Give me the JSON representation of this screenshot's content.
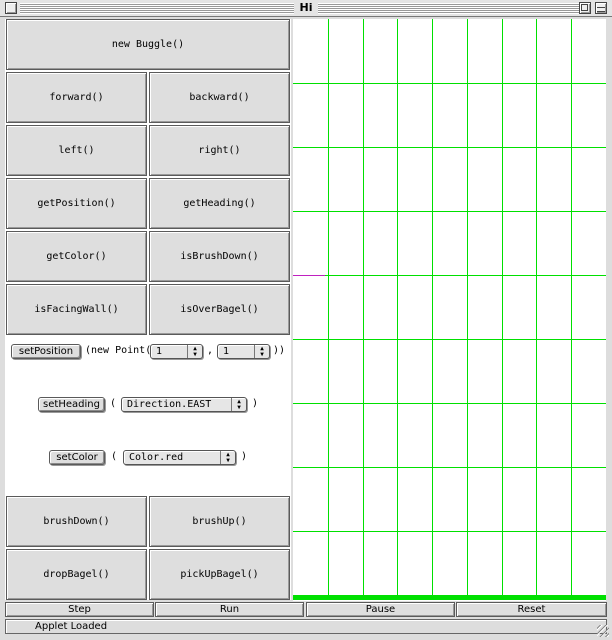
{
  "window": {
    "title": "Hi"
  },
  "buttons": {
    "new_buggle": "new Buggle()",
    "forward": "forward()",
    "backward": "backward()",
    "left": "left()",
    "right": "right()",
    "get_position": "getPosition()",
    "get_heading": "getHeading()",
    "get_color": "getColor()",
    "is_brush_down": "isBrushDown()",
    "is_facing_wall": "isFacingWall()",
    "is_over_bagel": "isOverBagel()",
    "brush_down": "brushDown()",
    "brush_up": "brushUp()",
    "drop_bagel": "dropBagel()",
    "pick_up_bagel": "pickUpBagel()"
  },
  "set_position": {
    "button": "setPosition",
    "prefix": "(new Point(",
    "x_value": "1",
    "comma": ",",
    "y_value": "1",
    "suffix": "))"
  },
  "set_heading": {
    "button": "setHeading",
    "open": "(",
    "value": "Direction.EAST",
    "close": ")"
  },
  "set_color": {
    "button": "setColor",
    "open": "(",
    "value": "Color.red",
    "close": ")"
  },
  "controls": {
    "step": "Step",
    "run": "Run",
    "pause": "Pause",
    "reset": "Reset"
  },
  "status": {
    "text": "Applet Loaded"
  },
  "grid": {
    "columns": 9,
    "rows": 9,
    "line_color": "#00e000",
    "wall_color": "#00e000",
    "mark_color": "#c020c0"
  }
}
